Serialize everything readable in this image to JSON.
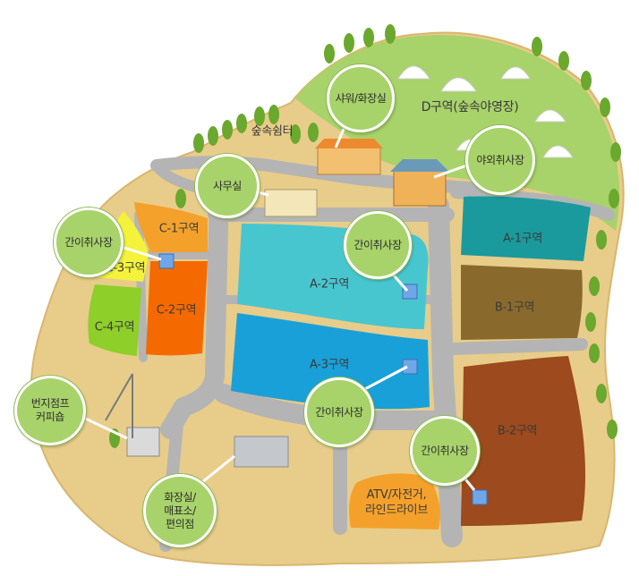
{
  "zones": {
    "a1": "A-1구역",
    "a2": "A-2구역",
    "a3": "A-3구역",
    "b1": "B-1구역",
    "b2": "B-2구역",
    "c1": "C-1구역",
    "c2": "C-2구역",
    "c3": "C-3구역",
    "c4": "C-4구역",
    "d": "D구역(숲속야영장)"
  },
  "places": {
    "forest_shelter": "숲속쉼터",
    "atv": "ATV/자전거,\n라인드라이브"
  },
  "bubbles": {
    "shower": "샤워/화장실",
    "office": "사무실",
    "outdoor_kitchen": "야외취사장",
    "kitchen_c": "간이취사장",
    "kitchen_a2": "간이취사장",
    "kitchen_a3": "간이취사장",
    "kitchen_b2": "간이취사장",
    "bungee": "번지점프\n커피숍",
    "restroom": "화장실/\n매표소/\n편의점"
  },
  "colors": {
    "ground": "#e8cc8a",
    "road": "#b4b4b4",
    "grass": "#a8d26a",
    "a1": "#1a9a9c",
    "a2": "#48c6d0",
    "a3": "#1aa0d8",
    "b1": "#8a6a2c",
    "b2": "#9c4a1e",
    "c1": "#f4a12c",
    "c2": "#f56a00",
    "c3": "#f4f23a",
    "c4": "#8ecf2a",
    "atv": "#f4a12c",
    "bubble": "#a8d26a"
  }
}
